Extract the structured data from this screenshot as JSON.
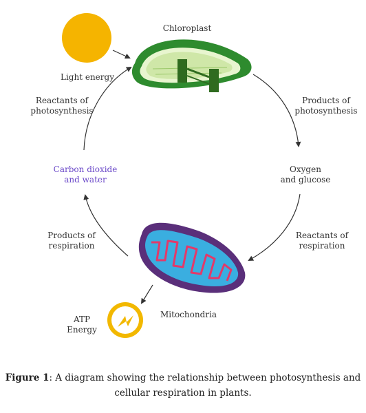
{
  "diagram": {
    "nodes": {
      "chloroplast": "Chloroplast",
      "light_energy": "Light energy",
      "mitochondria": "Mitochondria",
      "atp_energy": "ATP\nEnergy",
      "oxygen_glucose": "Oxygen\nand glucose",
      "co2_water": "Carbon dioxide\nand water"
    },
    "edges": {
      "reactants_photosynthesis": "Reactants of\nphotosynthesis",
      "products_photosynthesis": "Products of\nphotosynthesis",
      "reactants_respiration": "Reactants of\nrespiration",
      "products_respiration": "Products of\nrespiration"
    },
    "colors": {
      "sun": "#f5b400",
      "chloroplast_outer": "#2e8b2e",
      "chloroplast_inner": "#d8ecb4",
      "thylakoid": "#2f6b1f",
      "mitochondria_outer": "#5a2f7a",
      "mitochondria_inner": "#3aaee0",
      "atp_icon": "#f2b800",
      "accent_purple": "#6a48c8"
    }
  },
  "caption": {
    "label": "Figure 1",
    "text": ": A diagram showing the relationship between photosynthesis and cellular respiration in plants."
  }
}
